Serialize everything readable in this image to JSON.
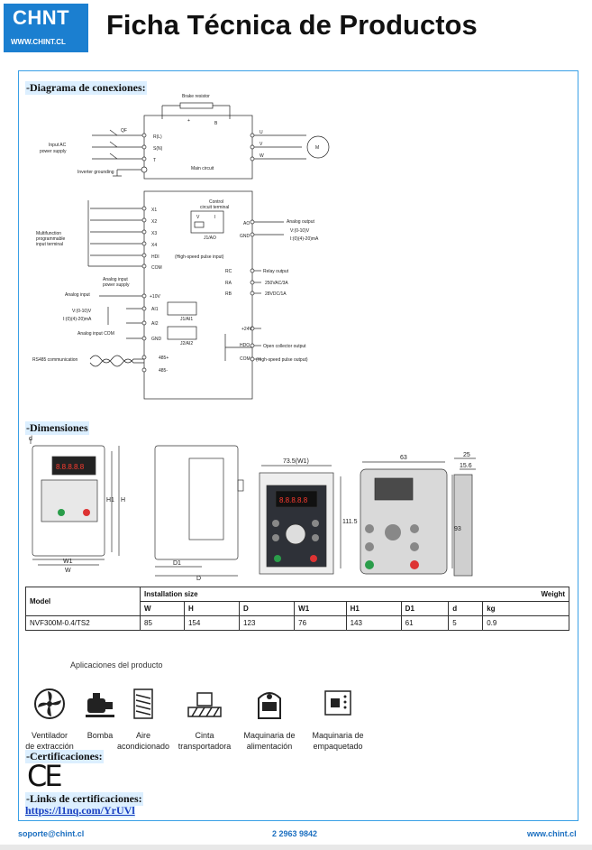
{
  "header": {
    "logo_brand": "CHNT",
    "logo_site": "WWW.CHINT.CL",
    "title": "Ficha Técnica de Productos"
  },
  "sections": {
    "diagram": "-Diagrama de conexiones:",
    "dimensions": "-Dimensiones",
    "certifications": "-Certificaciones:",
    "cert_links": "-Links de certificaciones:"
  },
  "wiring": {
    "brake_resistor": "Brake resistor",
    "plus": "+",
    "b": "B",
    "qf": "QF",
    "input_ac": "Input AC",
    "power_supply": "power supply",
    "r": "R(L)",
    "s": "S(N)",
    "t": "T",
    "u": "U",
    "v": "V",
    "w": "W",
    "motor": "M",
    "inverter_grounding": "Inverter grounding",
    "main_circuit": "Main circuit",
    "control_terminal_1": "Control",
    "control_terminal_2": "circuit terminal",
    "j1_ao": "J1/AO",
    "x1": "X1",
    "x2": "X2",
    "x3": "X3",
    "x4": "X4",
    "hdi": "HDI",
    "com": "COM",
    "multifunction_1": "Multifunction",
    "multifunction_2": "programmable",
    "multifunction_3": "input terminal",
    "high_speed_pulse_input": "(High-speed pulse input)",
    "ao": "AO",
    "gnd": "GND",
    "analog_output": "Analog output",
    "ao_v": "V:(0-10)V",
    "ao_i": "I:(0)(4)-20)mA",
    "analog_input_ps_1": "Analog input",
    "analog_input_ps_2": "power supply",
    "analog_input": "Analog input",
    "plus10v": "+10V",
    "ai1": "AI1",
    "ai2": "AI2",
    "j1_ai1": "J1/AI1",
    "j2_ai2": "J2/AI2",
    "ai_v": "V:(0-10)V",
    "ai_i": "I:(0)(4)-20)mA",
    "analog_input_com": "Analog input COM",
    "rc": "RC",
    "ra": "RA",
    "rb": "RB",
    "relay_output": "Relay output",
    "relay_ac": "250VAC/3A",
    "relay_dc": "28VDC/1A",
    "plus24v": "+24V",
    "hdo": "HDO",
    "open_collector": "Open collector output",
    "high_speed_pulse_output": "(High-speed pulse output)",
    "rs485": "RS485 communication",
    "p485": "485+",
    "m485": "485-",
    "jv": "V",
    "ji": "I"
  },
  "dimensions_drawing": {
    "w1": "W1",
    "w": "W",
    "h1": "H1",
    "h": "H",
    "d1": "D1",
    "d": "D",
    "d_small": "d",
    "keypad_width_1": "73.5(W1)",
    "keypad_height_1": "111.5",
    "keypad_width_2": "63",
    "keypad_height_2": "93",
    "depth_a": "25",
    "depth_b": "15.6",
    "display": "8.8.8.8.8"
  },
  "spec_table": {
    "model_label": "Model",
    "installation_size": "Installation size",
    "weight": "Weight",
    "columns": [
      "W",
      "H",
      "D",
      "W1",
      "H1",
      "D1",
      "d",
      "kg"
    ],
    "rows": [
      {
        "model": "NVF300M-0.4/TS2",
        "values": [
          "85",
          "154",
          "123",
          "76",
          "143",
          "61",
          "5",
          "0.9"
        ]
      }
    ]
  },
  "applications": {
    "header": "Aplicaciones del producto",
    "items": [
      {
        "line1": "Ventilador",
        "line2": "de extracción",
        "icon": "fan-icon"
      },
      {
        "line1": "Bomba",
        "line2": "",
        "icon": "pump-icon"
      },
      {
        "line1": "Aire",
        "line2": "acondicionado",
        "icon": "air-conditioner-icon"
      },
      {
        "line1": "Cinta",
        "line2": "transportadora",
        "icon": "conveyor-icon"
      },
      {
        "line1": "Maquinaria de",
        "line2": "alimentación",
        "icon": "feeder-machine-icon"
      },
      {
        "line1": "Maquinaria de",
        "line2": "empaquetado",
        "icon": "packaging-icon"
      }
    ]
  },
  "certifications": {
    "mark": "CE",
    "link": "https://l1nq.com/YrUVl"
  },
  "footer": {
    "email": "soporte@chint.cl",
    "phone": "2 2963 9842",
    "web": "www.chint.cl"
  }
}
